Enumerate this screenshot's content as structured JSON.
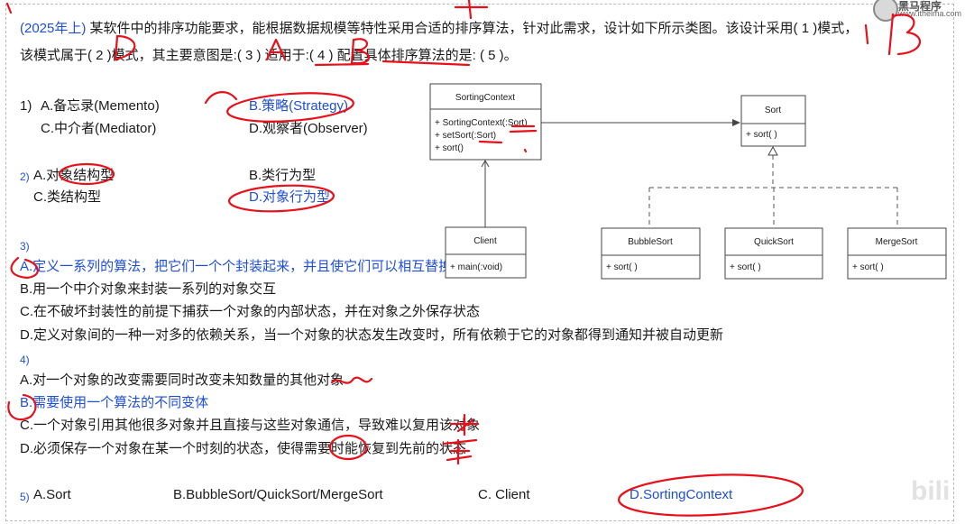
{
  "question": {
    "tag": "(2025年上)",
    "line1": "某软件中的排序功能要求，能根据数据规模等特性采用合适的排序算法，针对此需求，设计如下所示类图。该设计采用(  1 )模式，",
    "line2": "该模式属于( 2 )模式，其主要意图是:(  3  )    适用于:( 4 )    配置具体排序算法的是: (  5  )。"
  },
  "q1": {
    "num": "1)",
    "a": "A.备忘录(Memento)",
    "b": "B.策略(Strategy)",
    "c": "C.中介者(Mediator)",
    "d": "D.观察者(Observer)"
  },
  "q2": {
    "num": "2)",
    "a": "A.对象结构型",
    "b": "B.类行为型",
    "c": "C.类结构型",
    "d": "D.对象行为型"
  },
  "q3": {
    "num": "3)",
    "a": "A.定义一系列的算法，把它们一个个封装起来，并且使它们可以相互替换",
    "b": "B.用一个中介对象来封装一系列的对象交互",
    "c": "C.在不破坏封装性的前提下捕获一个对象的内部状态，并在对象之外保存状态",
    "d": "D.定义对象间的一种一对多的依赖关系，当一个对象的状态发生改变时，所有依赖于它的对象都得到通知并被自动更新"
  },
  "q4": {
    "num": "4)",
    "a": "A.对一个对象的改变需要同时改变未知数量的其他对象",
    "b": "B.需要使用一个算法的不同变体",
    "c": "C.一个对象引用其他很多对象并且直接与这些对象通信，导致难以复用该对象",
    "d": "D.必须保存一个对象在某一个时刻的状态，使得需要时能恢复到先前的状态"
  },
  "q5": {
    "num": "5)",
    "a": "A.Sort",
    "b": "B.BubbleSort/QuickSort/MergeSort",
    "c": "C. Client",
    "d": "D.SortingContext"
  },
  "uml": {
    "context": {
      "name": "SortingContext",
      "m1": "+    SortingContext(:Sort)",
      "m2": "+    setSort(:Sort)",
      "m3": "+    sort()"
    },
    "sort": {
      "name": "Sort",
      "m1": "+    sort( )"
    },
    "client": {
      "name": "Client",
      "m1": "+    main(:void)"
    },
    "bubble": {
      "name": "BubbleSort",
      "m1": "+    sort( )"
    },
    "quick": {
      "name": "QuickSort",
      "m1": "+    sort( )"
    },
    "merge": {
      "name": "MergeSort",
      "m1": "+    sort( )"
    }
  },
  "logo": {
    "name": "黑马程序",
    "url": "www.itheima.com"
  },
  "watermark": "bili",
  "colors": {
    "answer_blue": "#1f4fd8",
    "ink_red": "#e8101a"
  }
}
